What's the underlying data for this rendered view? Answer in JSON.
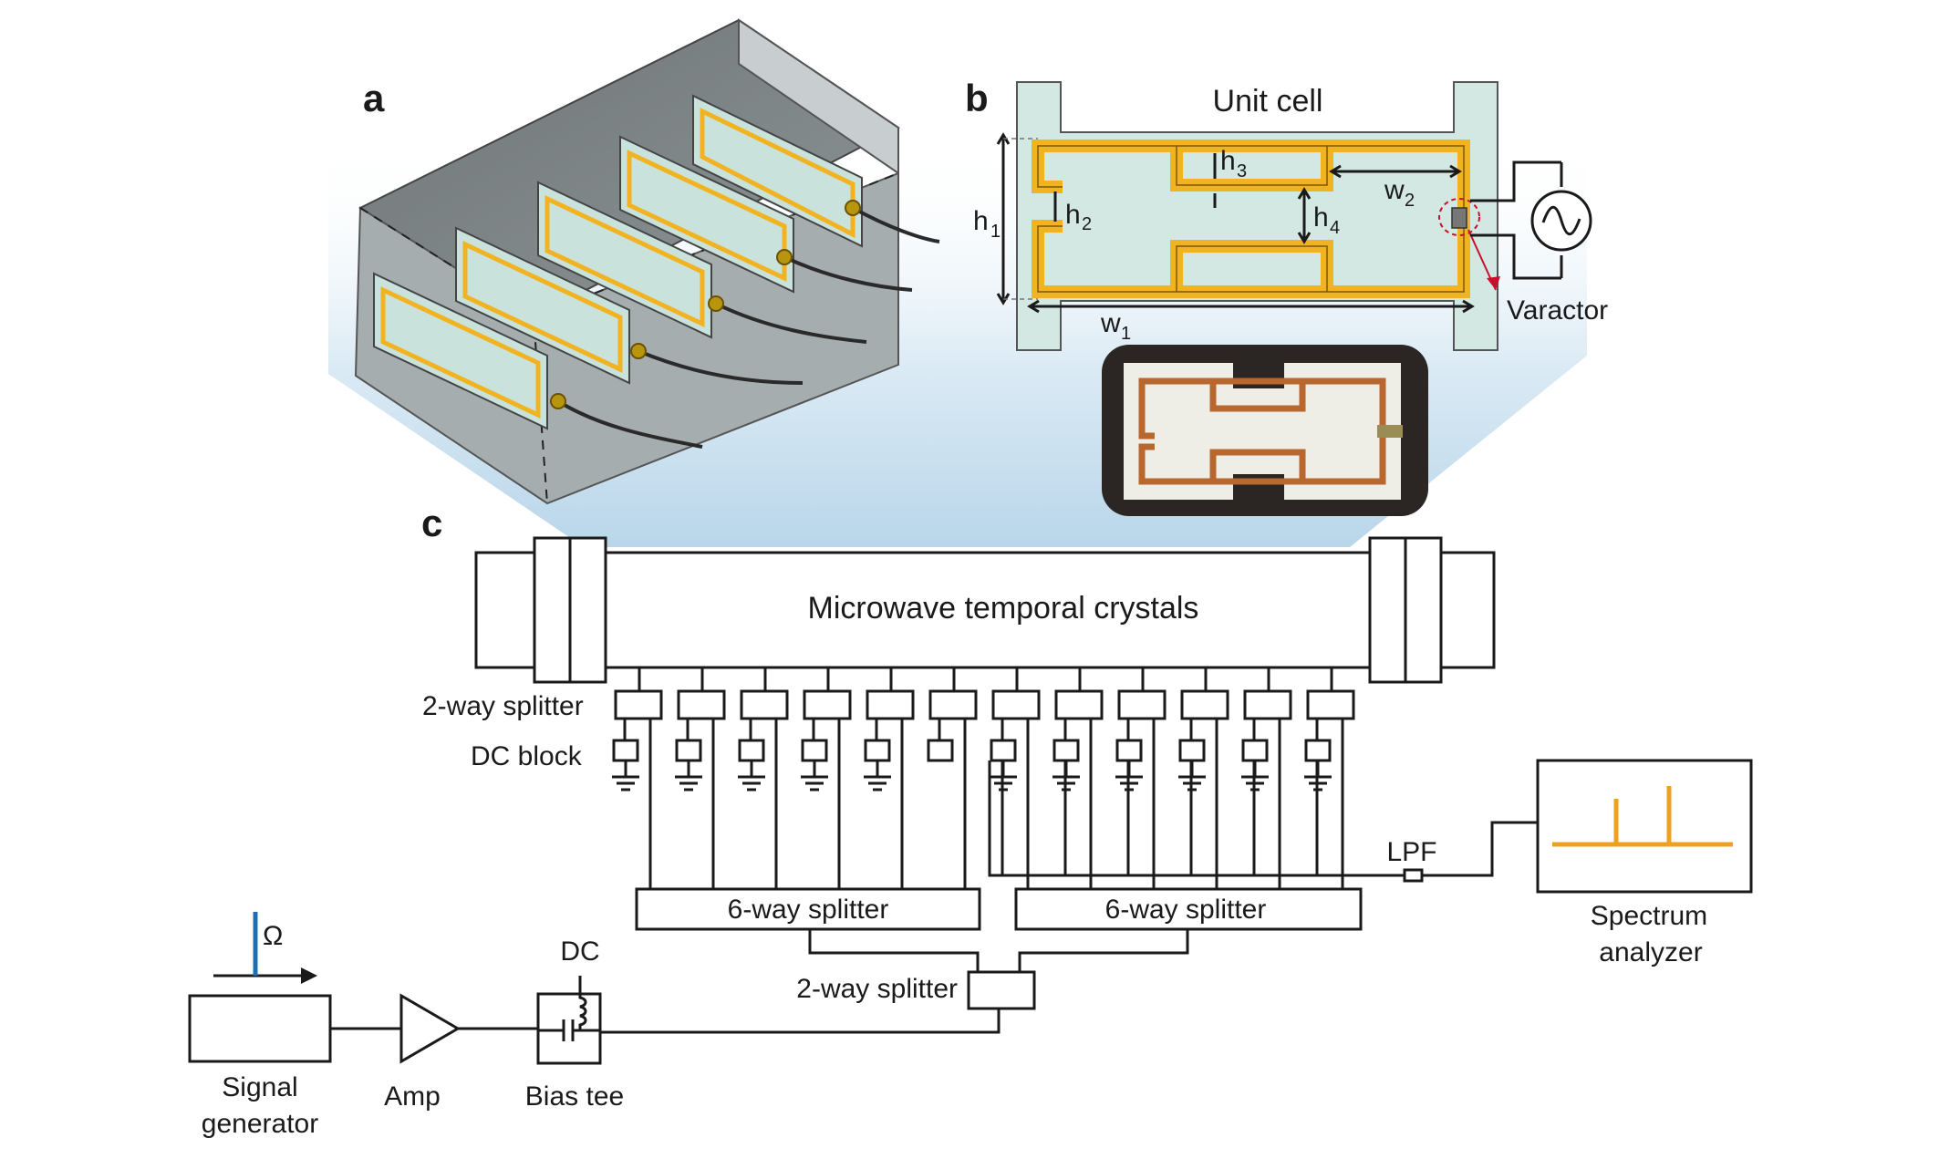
{
  "panels": {
    "a": "a",
    "b": "b",
    "c": "c"
  },
  "unit_cell": {
    "title": "Unit cell",
    "h1": "h",
    "h1_sub": "1",
    "h2": "h",
    "h2_sub": "2",
    "h3": "h",
    "h3_sub": "3",
    "h4": "h",
    "h4_sub": "4",
    "w1": "w",
    "w1_sub": "1",
    "w2": "w",
    "w2_sub": "2",
    "varactor": "Varactor"
  },
  "setup": {
    "crystal": "Microwave temporal crystals",
    "two_way_splitter_top": "2-way splitter",
    "dc_block": "DC block",
    "six_way_left": "6-way splitter",
    "six_way_right": "6-way splitter",
    "two_way_splitter_bottom": "2-way splitter",
    "lpf": "LPF",
    "spectrum_line1": "Spectrum",
    "spectrum_line2": "analyzer",
    "signal_line1": "Signal",
    "signal_line2": "generator",
    "amp": "Amp",
    "bias_tee": "Bias tee",
    "dc": "DC",
    "omega": "Ω"
  },
  "colors": {
    "copper": "#f2b322",
    "substrate": "#d3e8e2",
    "spectrum": "#f0a020",
    "signal_marker": "#1e6fb0",
    "varactor_arrow": "#c8102e"
  }
}
